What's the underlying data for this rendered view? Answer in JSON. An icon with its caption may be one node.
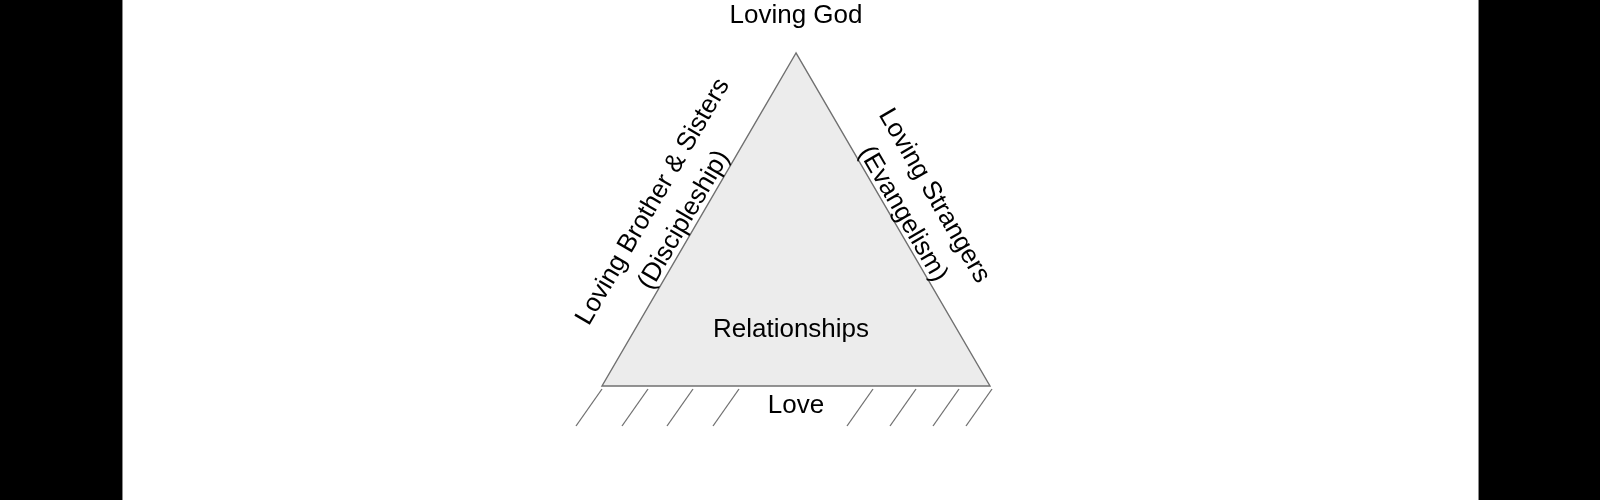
{
  "diagram": {
    "nodes": [
      {
        "text": [
          "Relationships"
        ],
        "beside": [
          "Loving God",
          "Loving Brother & Sisters (Discipleship)",
          "Loving Strangers (Evangelism)",
          "Love"
        ]
      }
    ]
  }
}
